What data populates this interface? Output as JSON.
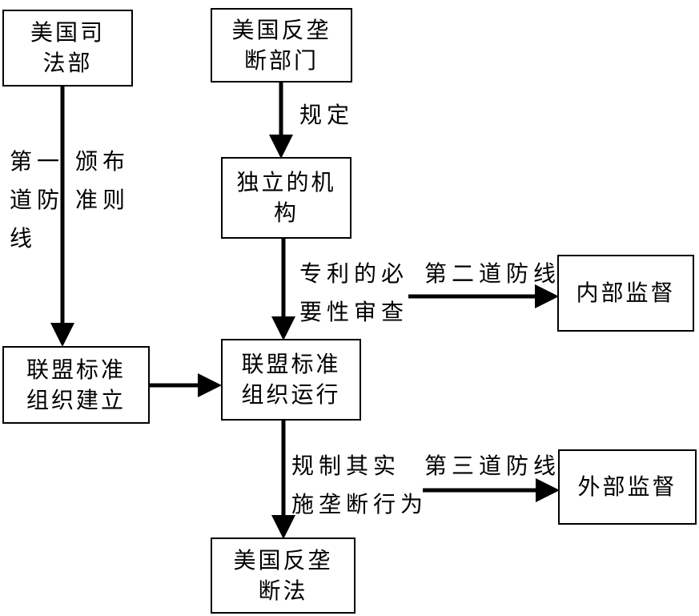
{
  "nodes": {
    "doj": "美国司\n法部",
    "antitrust_dept": "美国反垄\n断部门",
    "independent_agency": "独立的机\n构",
    "internal_supervision": "内部监督",
    "sso_establish": "联盟标准\n组织建立",
    "sso_operate": "联盟标准\n组织运行",
    "external_supervision": "外部监督",
    "antitrust_law": "美国反垄\n断法"
  },
  "edge_labels": {
    "first_line": "第一\n道防\n线",
    "issue_rules": "颁布\n准则",
    "stipulate": "规定",
    "patent_necessity": "专利的必\n要性审查",
    "second_line": "第二道防线",
    "regulate": "规制其实\n施垄断行为",
    "third_line": "第三道防线"
  }
}
